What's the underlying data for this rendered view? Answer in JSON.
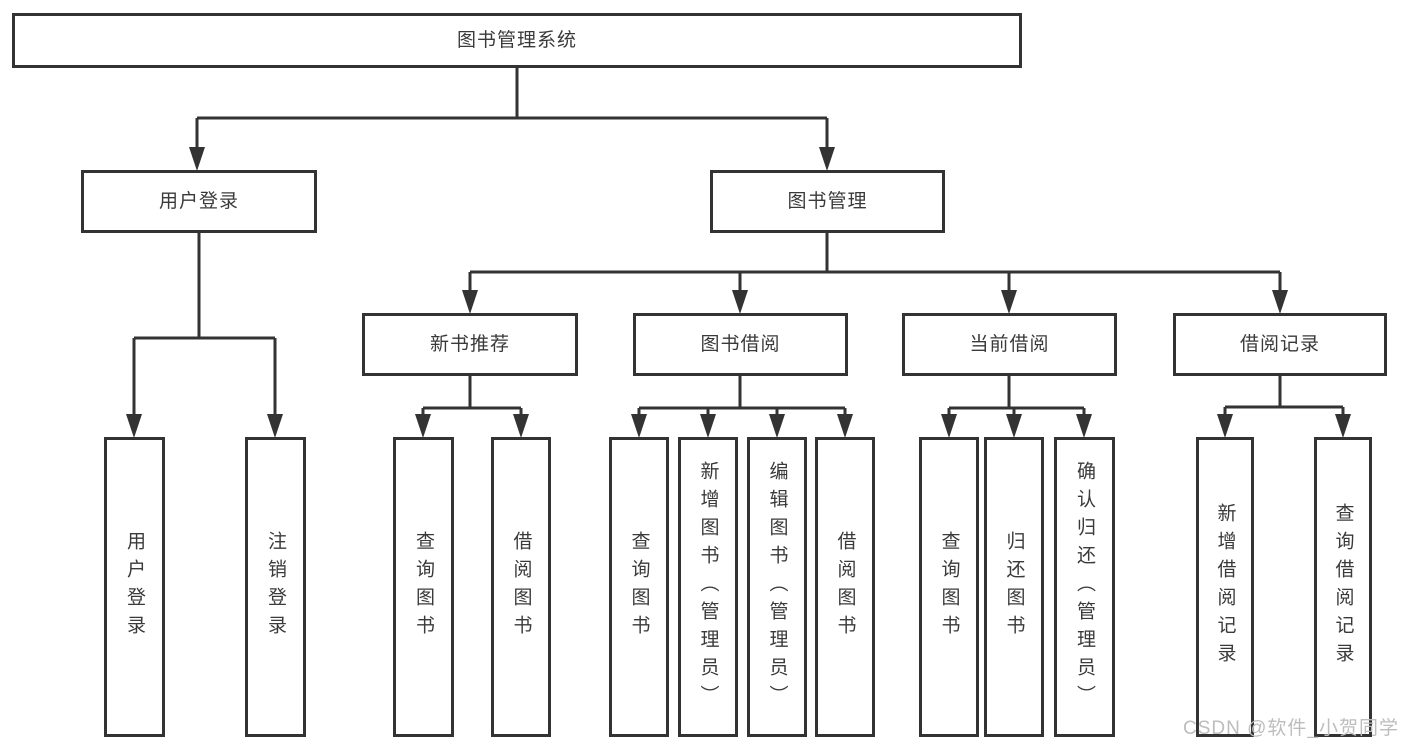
{
  "tree": {
    "root": {
      "label": "图书管理系统",
      "children": [
        {
          "label": "用户登录",
          "children": [
            {
              "label": "用户登录"
            },
            {
              "label": "注销登录"
            }
          ]
        },
        {
          "label": "图书管理",
          "children": [
            {
              "label": "新书推荐",
              "children": [
                {
                  "label": "查询图书"
                },
                {
                  "label": "借阅图书"
                }
              ]
            },
            {
              "label": "图书借阅",
              "children": [
                {
                  "label": "查询图书"
                },
                {
                  "label": "新增图书（管理员）"
                },
                {
                  "label": "编辑图书（管理员）"
                },
                {
                  "label": "借阅图书"
                }
              ]
            },
            {
              "label": "当前借阅",
              "children": [
                {
                  "label": "查询图书"
                },
                {
                  "label": "归还图书"
                },
                {
                  "label": "确认归还（管理员）"
                }
              ]
            },
            {
              "label": "借阅记录",
              "children": [
                {
                  "label": "新增借阅记录"
                },
                {
                  "label": "查询借阅记录"
                }
              ]
            }
          ]
        }
      ]
    }
  },
  "watermark": "CSDN @软件_小贺同学",
  "colors": {
    "line": "#333333",
    "box_border": "#333333",
    "text": "#3a3a3a",
    "watermark": "#bdbdbd",
    "background": "#ffffff"
  }
}
